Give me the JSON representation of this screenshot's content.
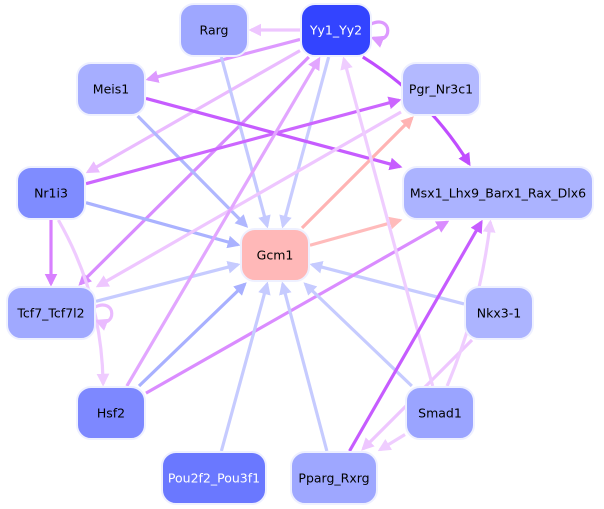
{
  "graph": {
    "title": "",
    "nodes": [
      {
        "id": "Yy1_Yy2",
        "label": "Yy1_Yy2",
        "fill": "#3344ff",
        "text": "#ffffff"
      },
      {
        "id": "Rarg",
        "label": "Rarg",
        "fill": "#9ea7ff",
        "text": "#000000"
      },
      {
        "id": "Meis1",
        "label": "Meis1",
        "fill": "#a6aeff",
        "text": "#000000"
      },
      {
        "id": "Pgr_Nr3c1",
        "label": "Pgr_Nr3c1",
        "fill": "#b3b9ff",
        "text": "#000000"
      },
      {
        "id": "Nr1i3",
        "label": "Nr1i3",
        "fill": "#7f8cff",
        "text": "#000000"
      },
      {
        "id": "Msx1_Lhx9_Barx1_Rax_Dlx6",
        "label": "Msx1_Lhx9_Barx1_Rax_Dlx6",
        "fill": "#abb3ff",
        "text": "#000000"
      },
      {
        "id": "Gcm1",
        "label": "Gcm1",
        "fill": "#ffb8b8",
        "text": "#000000"
      },
      {
        "id": "Tcf7_Tcf7l2",
        "label": "Tcf7_Tcf7l2",
        "fill": "#a0a9ff",
        "text": "#000000"
      },
      {
        "id": "Nkx3-1",
        "label": "Nkx3-1",
        "fill": "#acb4ff",
        "text": "#000000"
      },
      {
        "id": "Hsf2",
        "label": "Hsf2",
        "fill": "#7d88ff",
        "text": "#000000"
      },
      {
        "id": "Smad1",
        "label": "Smad1",
        "fill": "#9aa4ff",
        "text": "#000000"
      },
      {
        "id": "Pou2f2_Pou3f1",
        "label": "Pou2f2_Pou3f1",
        "fill": "#6a78ff",
        "text": "#ffffff"
      },
      {
        "id": "Pparg_Rxrg",
        "label": "Pparg_Rxrg",
        "fill": "#9ea7ff",
        "text": "#000000"
      }
    ],
    "edges": [
      {
        "from": "Yy1_Yy2",
        "to": "Rarg",
        "color": "#eec6ff"
      },
      {
        "from": "Yy1_Yy2",
        "to": "Yy1_Yy2",
        "color": "#dd99ff"
      },
      {
        "from": "Yy1_Yy2",
        "to": "Meis1",
        "color": "#dd99ff"
      },
      {
        "from": "Yy1_Yy2",
        "to": "Nr1i3",
        "color": "#eabbff"
      },
      {
        "from": "Yy1_Yy2",
        "to": "Tcf7_Tcf7l2",
        "color": "#d88cff"
      },
      {
        "from": "Yy1_Yy2",
        "to": "Gcm1",
        "color": "#c8ccff"
      },
      {
        "from": "Yy1_Yy2",
        "to": "Msx1_Lhx9_Barx1_Rax_Dlx6",
        "color": "#c04dff"
      },
      {
        "from": "Rarg",
        "to": "Gcm1",
        "color": "#c4c9ff"
      },
      {
        "from": "Meis1",
        "to": "Gcm1",
        "color": "#b0b7ff"
      },
      {
        "from": "Meis1",
        "to": "Msx1_Lhx9_Barx1_Rax_Dlx6",
        "color": "#c65cff"
      },
      {
        "from": "Nr1i3",
        "to": "Pgr_Nr3c1",
        "color": "#cc66ff"
      },
      {
        "from": "Nr1i3",
        "to": "Gcm1",
        "color": "#aab2ff"
      },
      {
        "from": "Nr1i3",
        "to": "Tcf7_Tcf7l2",
        "color": "#d880ff"
      },
      {
        "from": "Nr1i3",
        "to": "Hsf2",
        "color": "#efcbff"
      },
      {
        "from": "Pgr_Nr3c1",
        "to": "Tcf7_Tcf7l2",
        "color": "#eec6ff"
      },
      {
        "from": "Gcm1",
        "to": "Pgr_Nr3c1",
        "color": "#ffb3b3"
      },
      {
        "from": "Gcm1",
        "to": "Msx1_Lhx9_Barx1_Rax_Dlx6",
        "color": "#ffbbbb"
      },
      {
        "from": "Tcf7_Tcf7l2",
        "to": "Gcm1",
        "color": "#c6cbff"
      },
      {
        "from": "Tcf7_Tcf7l2",
        "to": "Tcf7_Tcf7l2",
        "color": "#eabbff"
      },
      {
        "from": "Nkx3-1",
        "to": "Gcm1",
        "color": "#c6cbff"
      },
      {
        "from": "Nkx3-1",
        "to": "Pparg_Rxrg",
        "color": "#eec6ff"
      },
      {
        "from": "Hsf2",
        "to": "Yy1_Yy2",
        "color": "#e2a6ff"
      },
      {
        "from": "Hsf2",
        "to": "Gcm1",
        "color": "#a8b0ff"
      },
      {
        "from": "Hsf2",
        "to": "Msx1_Lhx9_Barx1_Rax_Dlx6",
        "color": "#da8cff"
      },
      {
        "from": "Smad1",
        "to": "Yy1_Yy2",
        "color": "#efcdff"
      },
      {
        "from": "Smad1",
        "to": "Gcm1",
        "color": "#c6cbff"
      },
      {
        "from": "Smad1",
        "to": "Msx1_Lhx9_Barx1_Rax_Dlx6",
        "color": "#efcdff"
      },
      {
        "from": "Smad1",
        "to": "Pparg_Rxrg",
        "color": "#efcdff"
      },
      {
        "from": "Pou2f2_Pou3f1",
        "to": "Gcm1",
        "color": "#c6cbff"
      },
      {
        "from": "Pparg_Rxrg",
        "to": "Gcm1",
        "color": "#c6cbff"
      },
      {
        "from": "Pparg_Rxrg",
        "to": "Msx1_Lhx9_Barx1_Rax_Dlx6",
        "color": "#c65cff"
      }
    ]
  }
}
